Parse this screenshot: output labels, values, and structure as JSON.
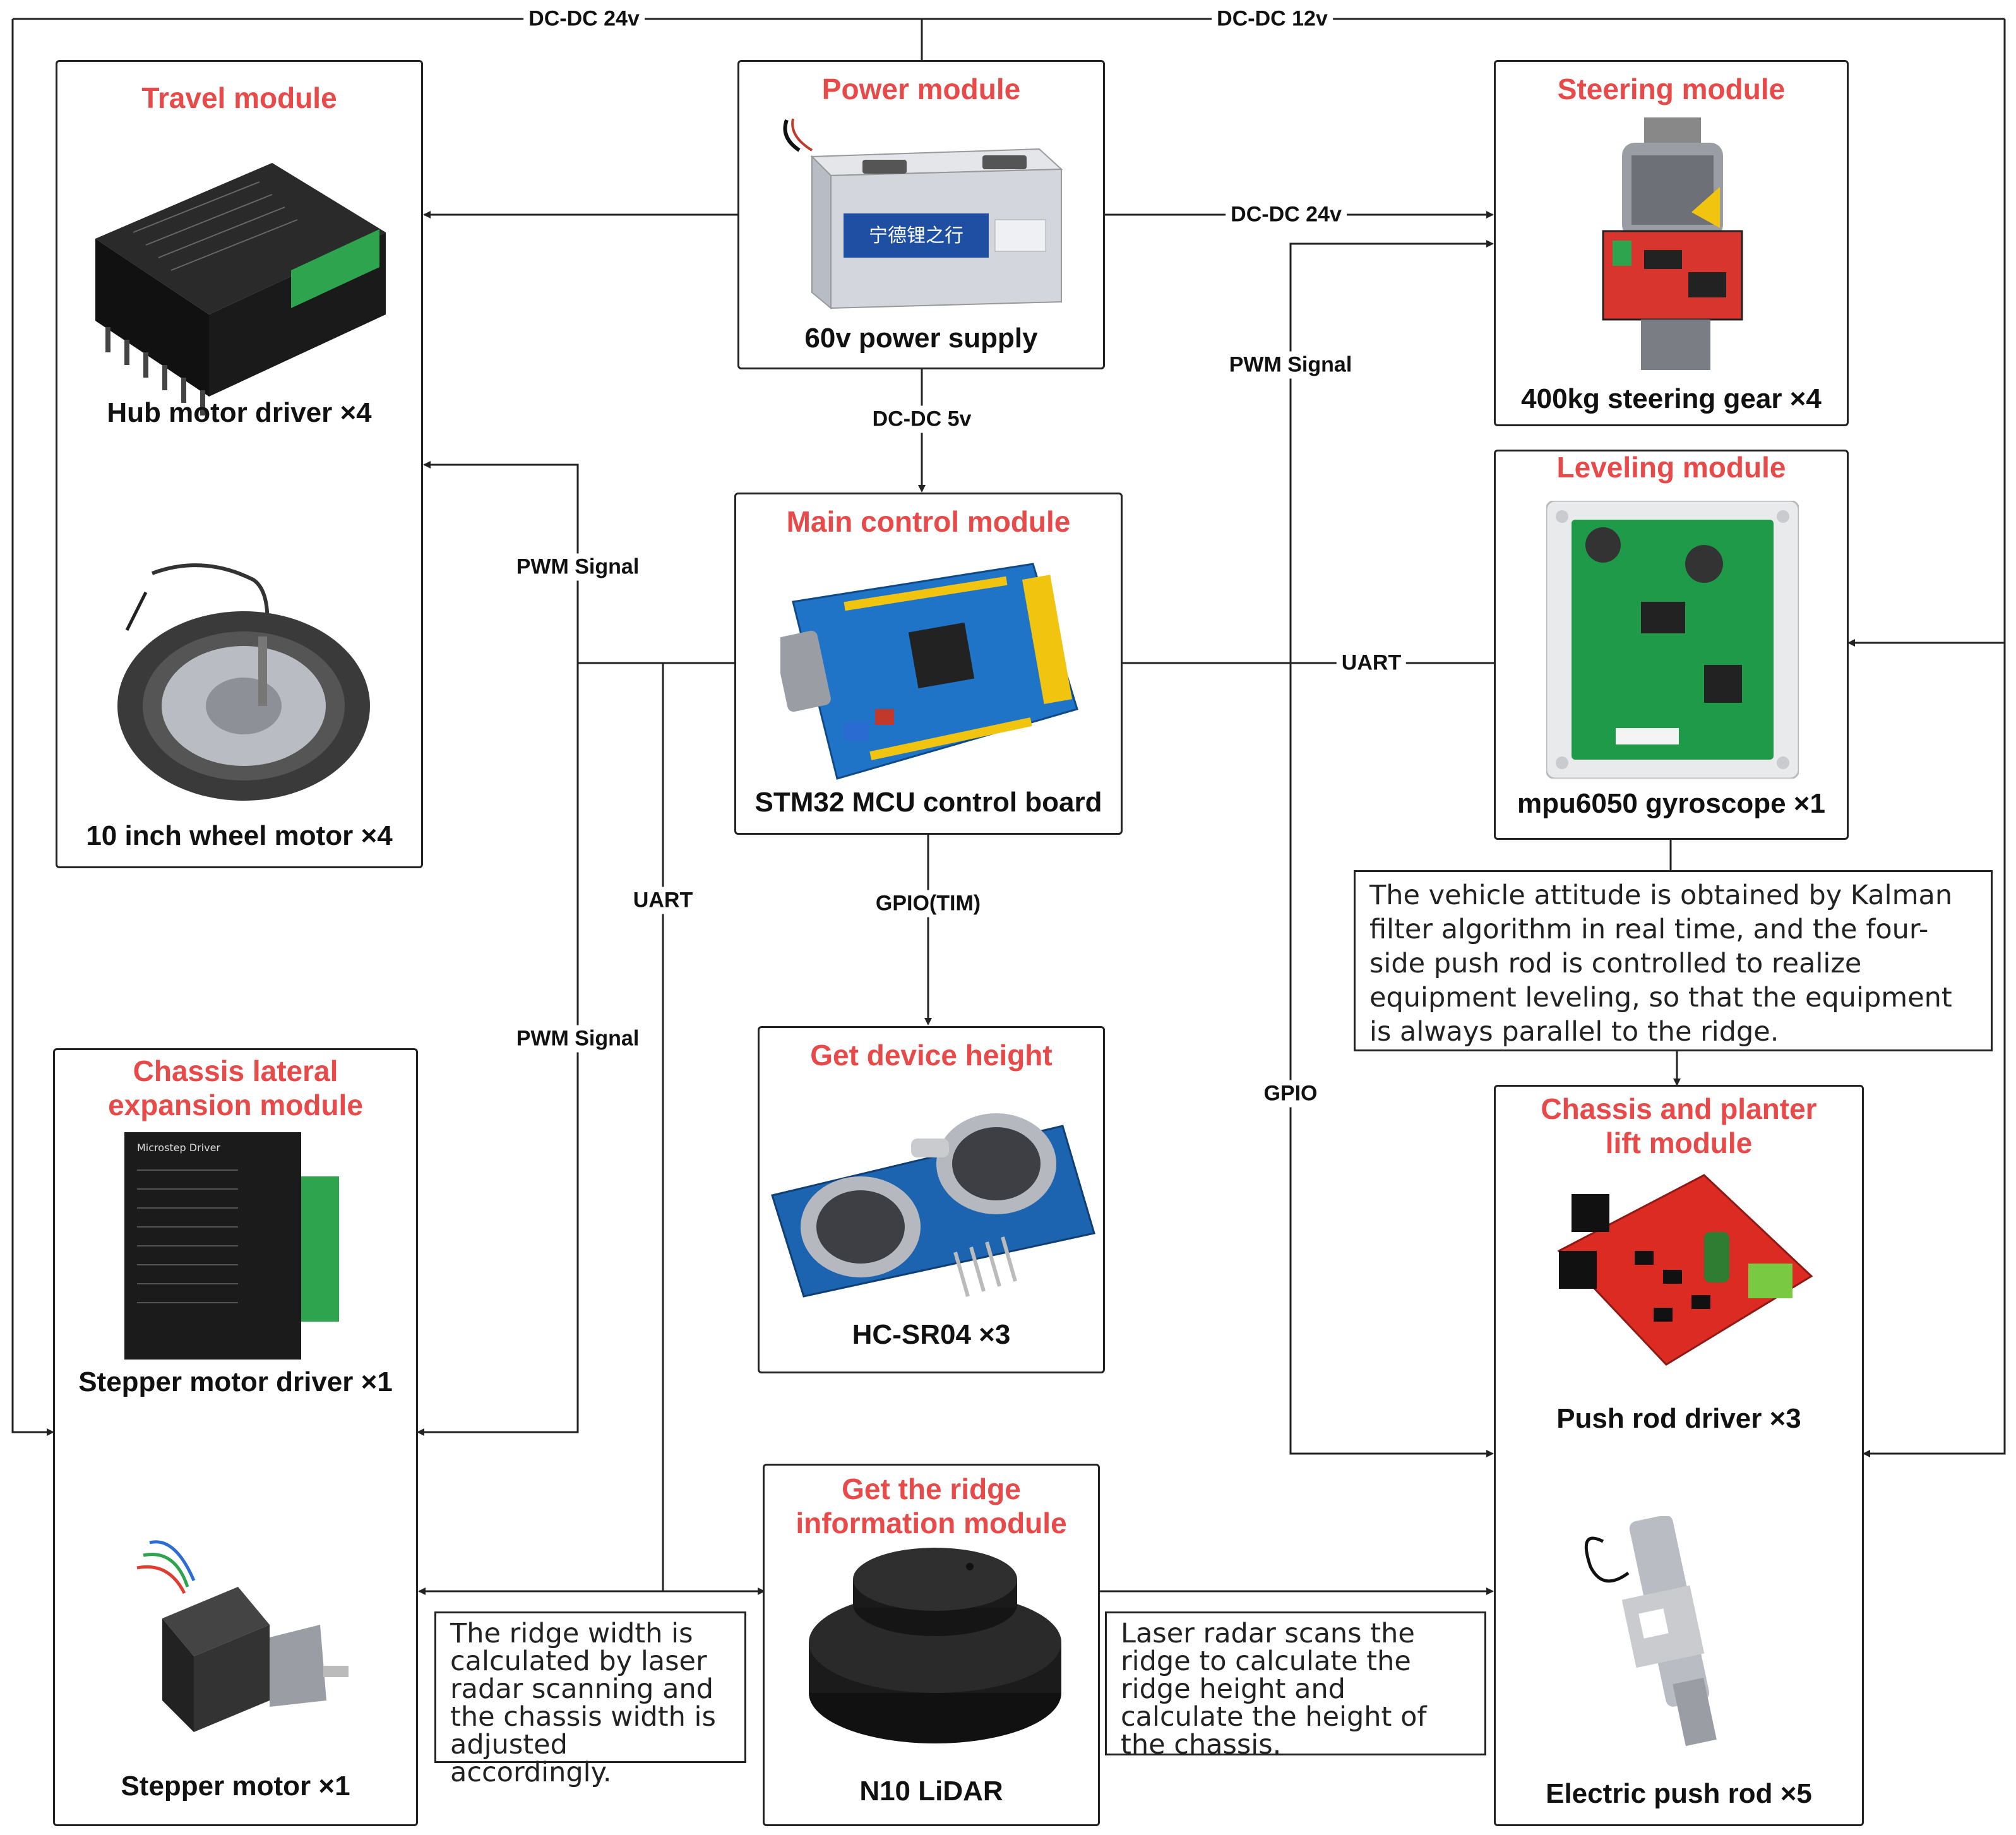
{
  "modules": {
    "power": {
      "title": "Power module",
      "caption": "60v power supply",
      "label_battery": "宁德锂之行"
    },
    "travel": {
      "title": "Travel module",
      "caption_driver": "Hub motor driver ×4",
      "caption_motor": "10 inch wheel motor ×4"
    },
    "steering": {
      "title": "Steering module",
      "caption": "400kg steering gear ×4"
    },
    "leveling": {
      "title": "Leveling module",
      "caption": "mpu6050 gyroscope ×1"
    },
    "main": {
      "title": "Main control module",
      "caption": "STM32 MCU control board"
    },
    "height": {
      "title": "Get device height",
      "caption": "HC-SR04 ×3"
    },
    "chassis_lateral": {
      "title": "Chassis lateral\nexpansion module",
      "caption_driver": "Stepper motor driver ×1",
      "caption_motor": "Stepper motor ×1",
      "label_driver": "Microstep Driver"
    },
    "ridge": {
      "title": "Get the ridge\ninformation module",
      "caption": "N10 LiDAR"
    },
    "lift": {
      "title": "Chassis and planter\nlift module",
      "caption_driver": "Push rod driver ×3",
      "caption_rod": "Electric push rod ×5"
    }
  },
  "connections": {
    "dcdc24_top": "DC-DC 24v",
    "dcdc12_top": "DC-DC 12v",
    "dcdc24_steer": "DC-DC 24v",
    "dcdc5": "DC-DC 5v",
    "pwm_travel": "PWM Signal",
    "pwm_stepper": "PWM Signal",
    "pwm_steer": "PWM Signal",
    "uart_level": "UART",
    "uart_lidar": "UART",
    "gpio_tim": "GPIO(TIM)",
    "gpio_lift": "GPIO"
  },
  "notes": {
    "kalman": "The vehicle attitude is obtained by Kalman filter algorithm in real time, and the four-side push rod is controlled to realize equipment leveling, so that the equipment is always parallel to the ridge.",
    "ridge_width": "The ridge width is calculated by laser radar scanning and the chassis width is adjusted accordingly.",
    "ridge_height": "Laser radar scans the ridge to calculate the ridge height and calculate the height of the chassis."
  }
}
